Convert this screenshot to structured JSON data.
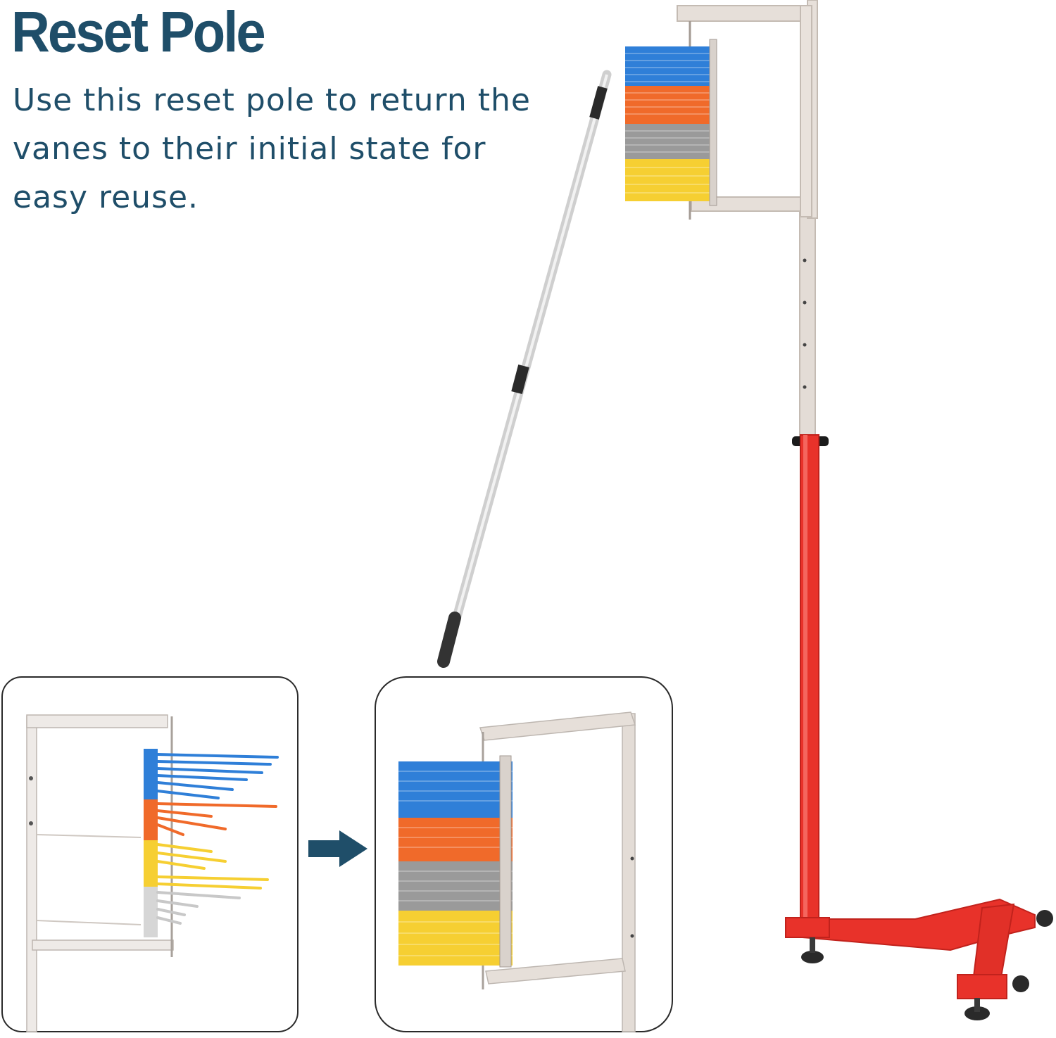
{
  "heading": {
    "title": "Reset Pole",
    "description_lines": [
      "Use this reset pole to return the",
      "vanes to their initial state for",
      "easy reuse."
    ]
  },
  "colors": {
    "heading_text": "#1f4e69",
    "arrow": "#1f4e69",
    "stand_red": "#e8322a",
    "frame_silver": "#dcd4ce",
    "vane_blue": "#2f7fd8",
    "vane_orange": "#f06a2a",
    "vane_gray": "#9a9a9a",
    "vane_yellow": "#f6cf32"
  },
  "icons": {
    "transition_arrow": "right-arrow-icon"
  }
}
